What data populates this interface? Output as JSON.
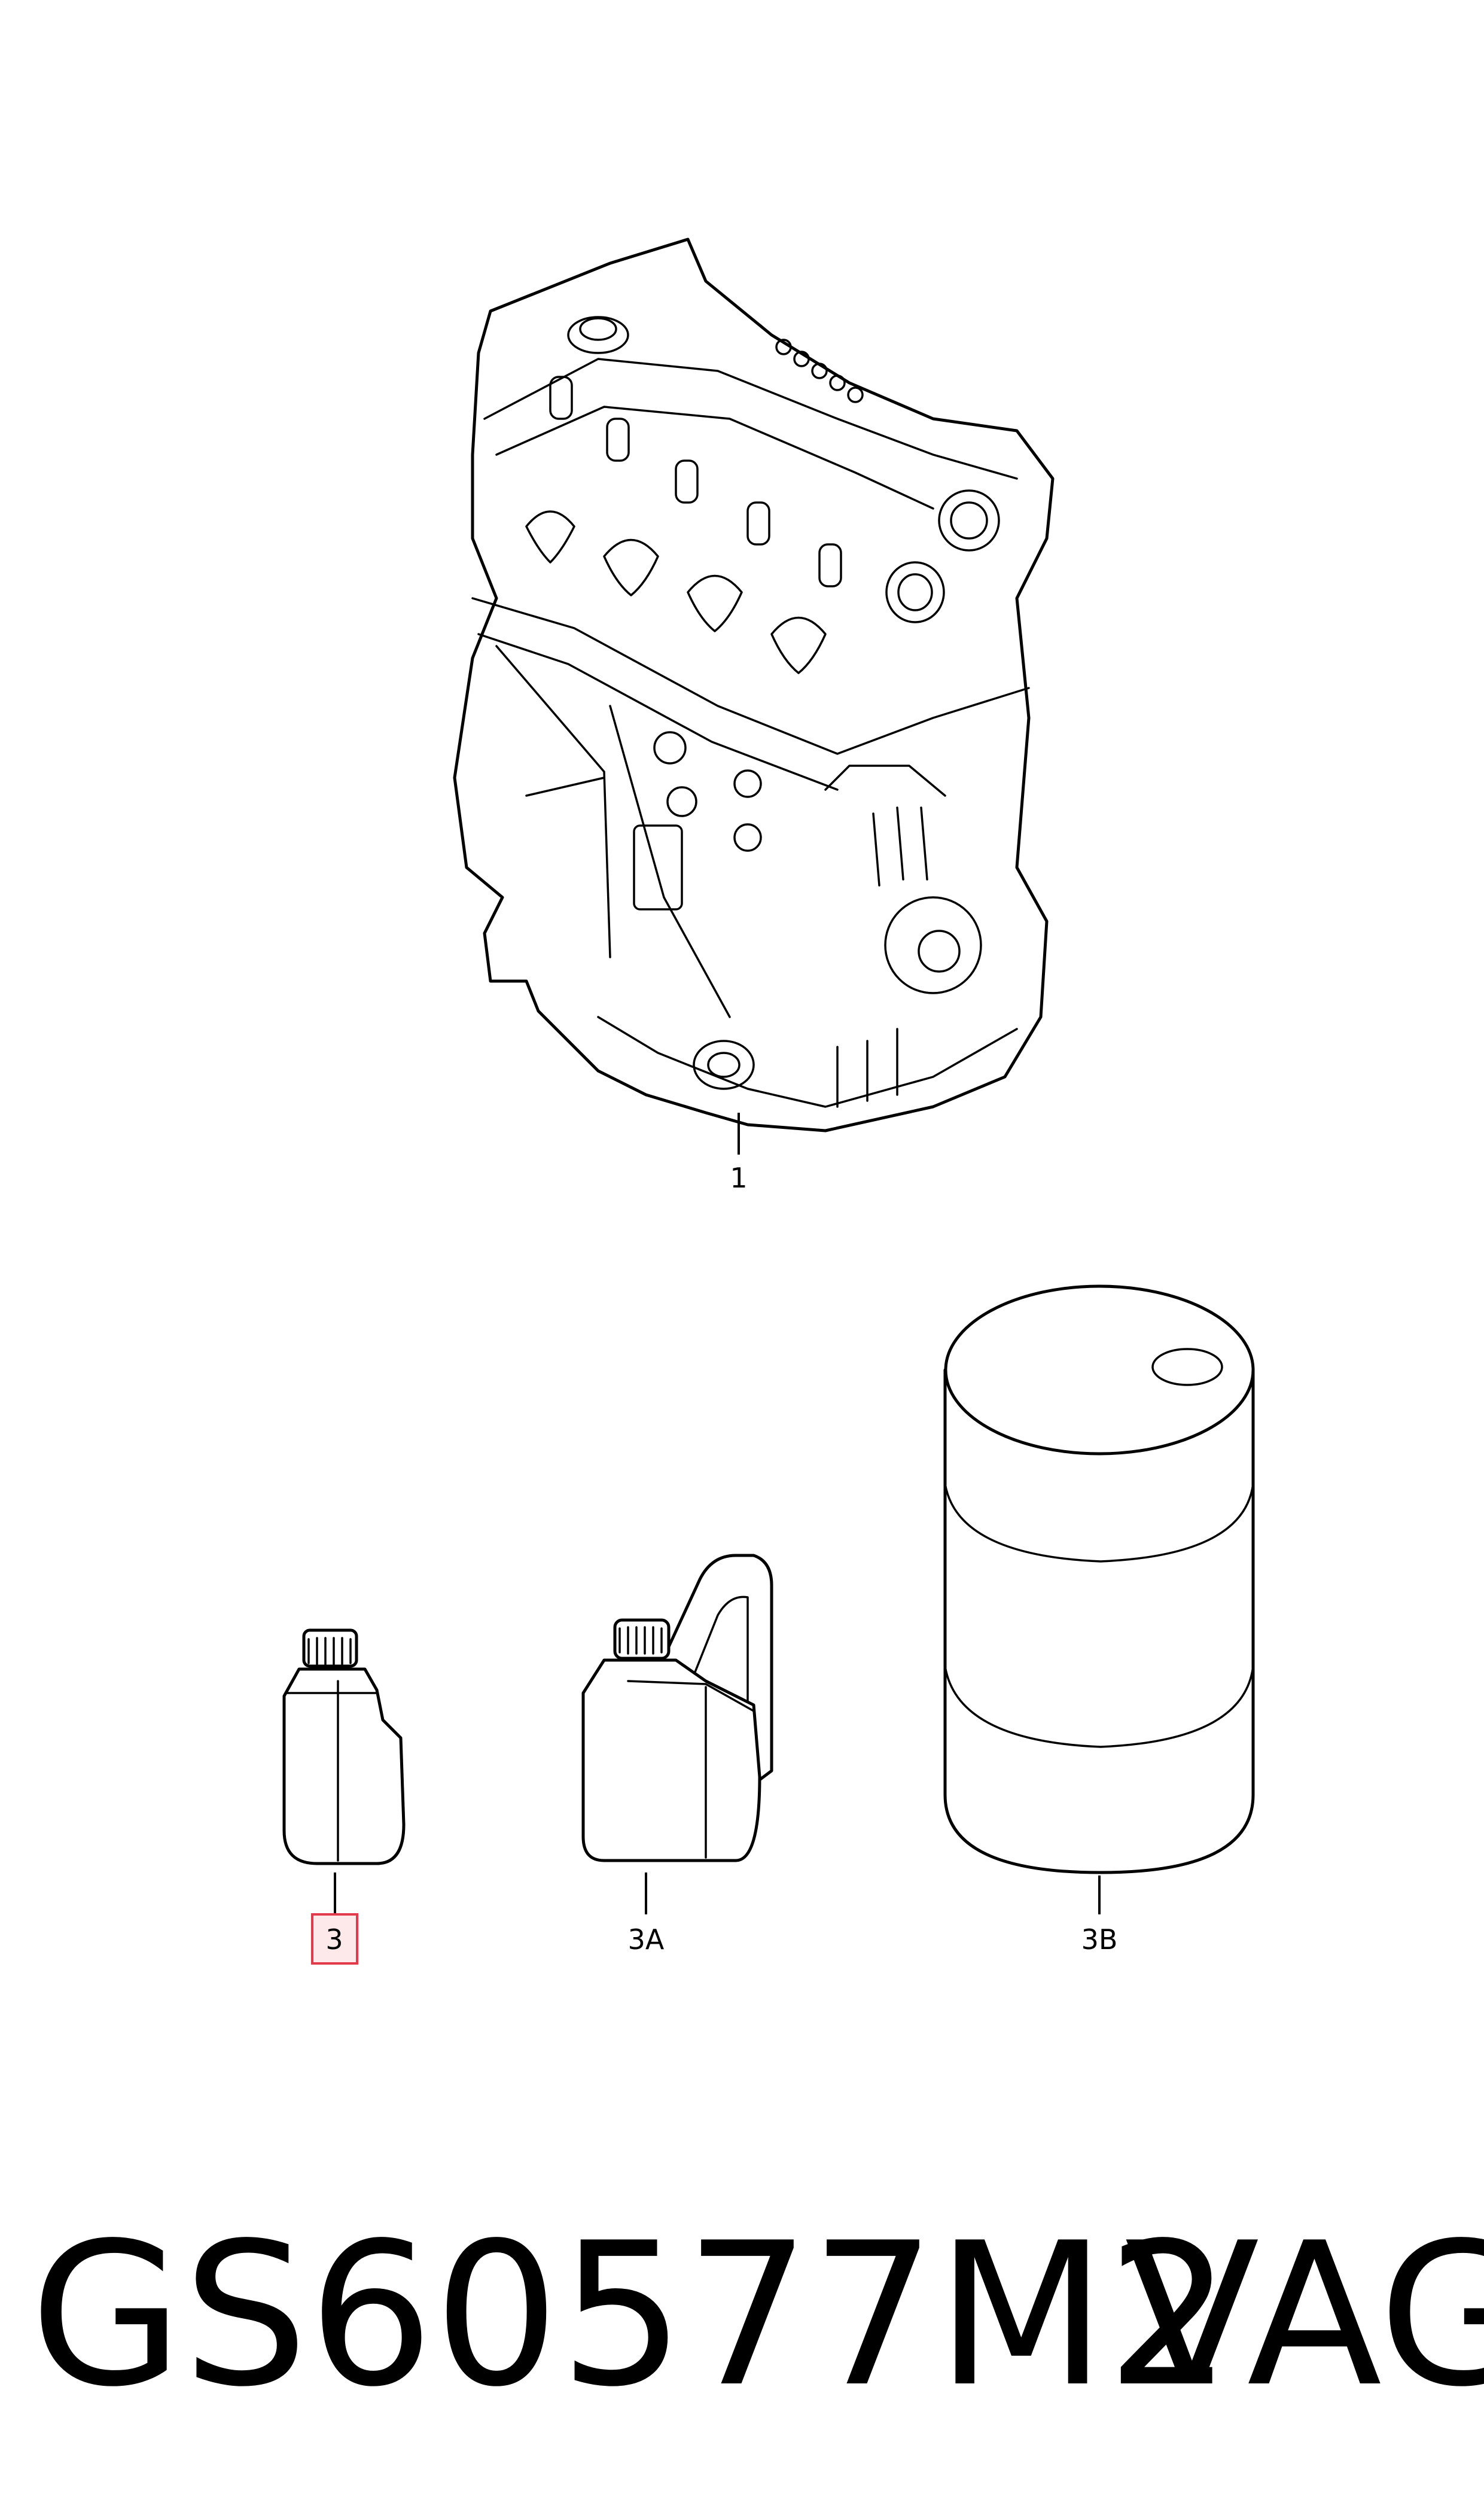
{
  "callouts": {
    "engine": "1",
    "bottle_small": "3",
    "canister": "3A",
    "drum": "3B"
  },
  "highlight_color": "#e23a4a",
  "highlight_fill": "#fde8ea",
  "caption": {
    "part_number": "GS60577M2",
    "brand": "VAG"
  }
}
